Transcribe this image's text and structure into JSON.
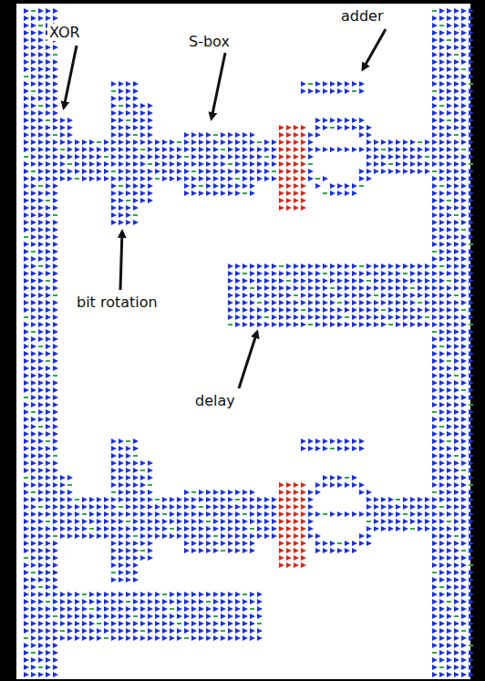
{
  "diagram": {
    "labels": [
      "XOR",
      "S-box",
      "adder",
      "bit rotation",
      "delay"
    ]
  }
}
